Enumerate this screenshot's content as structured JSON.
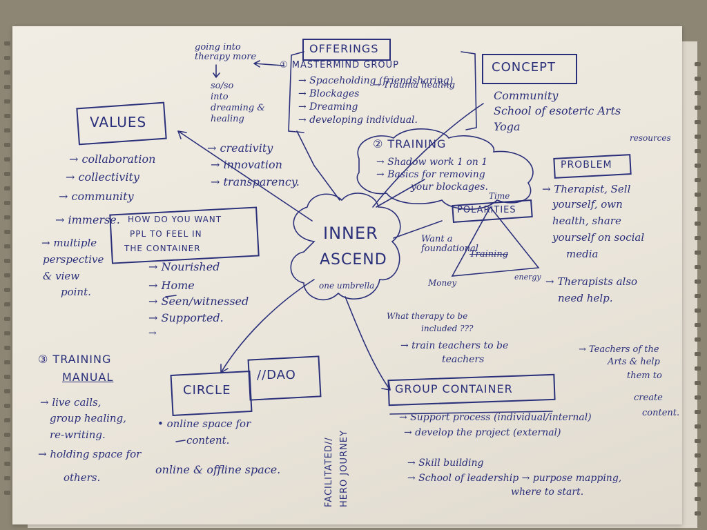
{
  "colors": {
    "ink": "#2a2f7a",
    "paper": "#eeeae1",
    "background": "#8d8675"
  },
  "center": {
    "title_line1": "INNER",
    "title_line2": "ASCEND",
    "subtitle": "one umbrella"
  },
  "offerings": {
    "heading": "OFFERINGS",
    "group_label": "① MASTERMIND GROUP",
    "items": [
      "→ Spaceholding (friendsharing)",
      "→ Blockages",
      "→ Dreaming",
      "→ developing individual."
    ],
    "trauma_note": "→ Trauma healing",
    "therapy_note": "going into therapy more",
    "soso_note": [
      "so/so",
      "into",
      "dreaming &",
      "healing"
    ]
  },
  "concept": {
    "heading": "CONCEPT",
    "lines": [
      "Community",
      "School of esoteric Arts",
      "Yoga"
    ]
  },
  "values": {
    "heading": "VALUES",
    "left_items": [
      "→ collaboration",
      "→ collectivity",
      "→ community",
      "→ immerse.",
      "→ multiple",
      "perspective",
      "& view",
      "point."
    ],
    "right_items": [
      "→ creativity",
      "→ innovation",
      "→ transparency."
    ]
  },
  "question": {
    "box_lines": [
      "HOW DO YOU WANT",
      "PPL TO FEEL IN",
      "THE CONTAINER"
    ],
    "items": [
      "→ Nourished",
      "→ Home",
      "→ Seen/witnessed",
      "→ Supported.",
      "→"
    ]
  },
  "training": {
    "heading": "② TRAINING",
    "items": [
      "→ Shadow work 1 on 1",
      "→ Basics for removing",
      "your blockages."
    ]
  },
  "polarities": {
    "heading": "POLARITIES",
    "time": "Time",
    "want": "Want a foundational",
    "struck": "Training",
    "money": "Money",
    "energy": "energy"
  },
  "problem": {
    "heading": "PROBLEM",
    "resources": "resources",
    "items": [
      "→ Therapist, Sell",
      "yourself, own",
      "health, share",
      "yourself on social",
      "media",
      "→ Therapists also",
      "need help."
    ]
  },
  "questions_mid": {
    "lines": [
      "What therapy to be",
      "included ???",
      "→ train teachers to be",
      "teachers"
    ]
  },
  "training_manual": {
    "heading_lines": [
      "③ TRAINING",
      "MANUAL"
    ],
    "items": [
      "→ live calls,",
      "group healing,",
      "re-writing.",
      "→ holding space for",
      "others."
    ]
  },
  "circle": {
    "label": "CIRCLE",
    "dao": "//DAO",
    "lines": [
      "• online space for",
      "content.",
      "online & offline space."
    ]
  },
  "facilitated": {
    "lines": [
      "FACILITATED//",
      "HERO JOURNEY"
    ]
  },
  "group_container": {
    "heading": "GROUP CONTAINER",
    "items": [
      "→ Support process (individual/internal)",
      "→ develop the project (external)",
      "→ Skill building",
      "→ School of leadership → purpose mapping,",
      "where to start."
    ],
    "teachers_note": [
      "→ Teachers of the",
      "Arts & help",
      "them to",
      "create",
      "content."
    ]
  }
}
